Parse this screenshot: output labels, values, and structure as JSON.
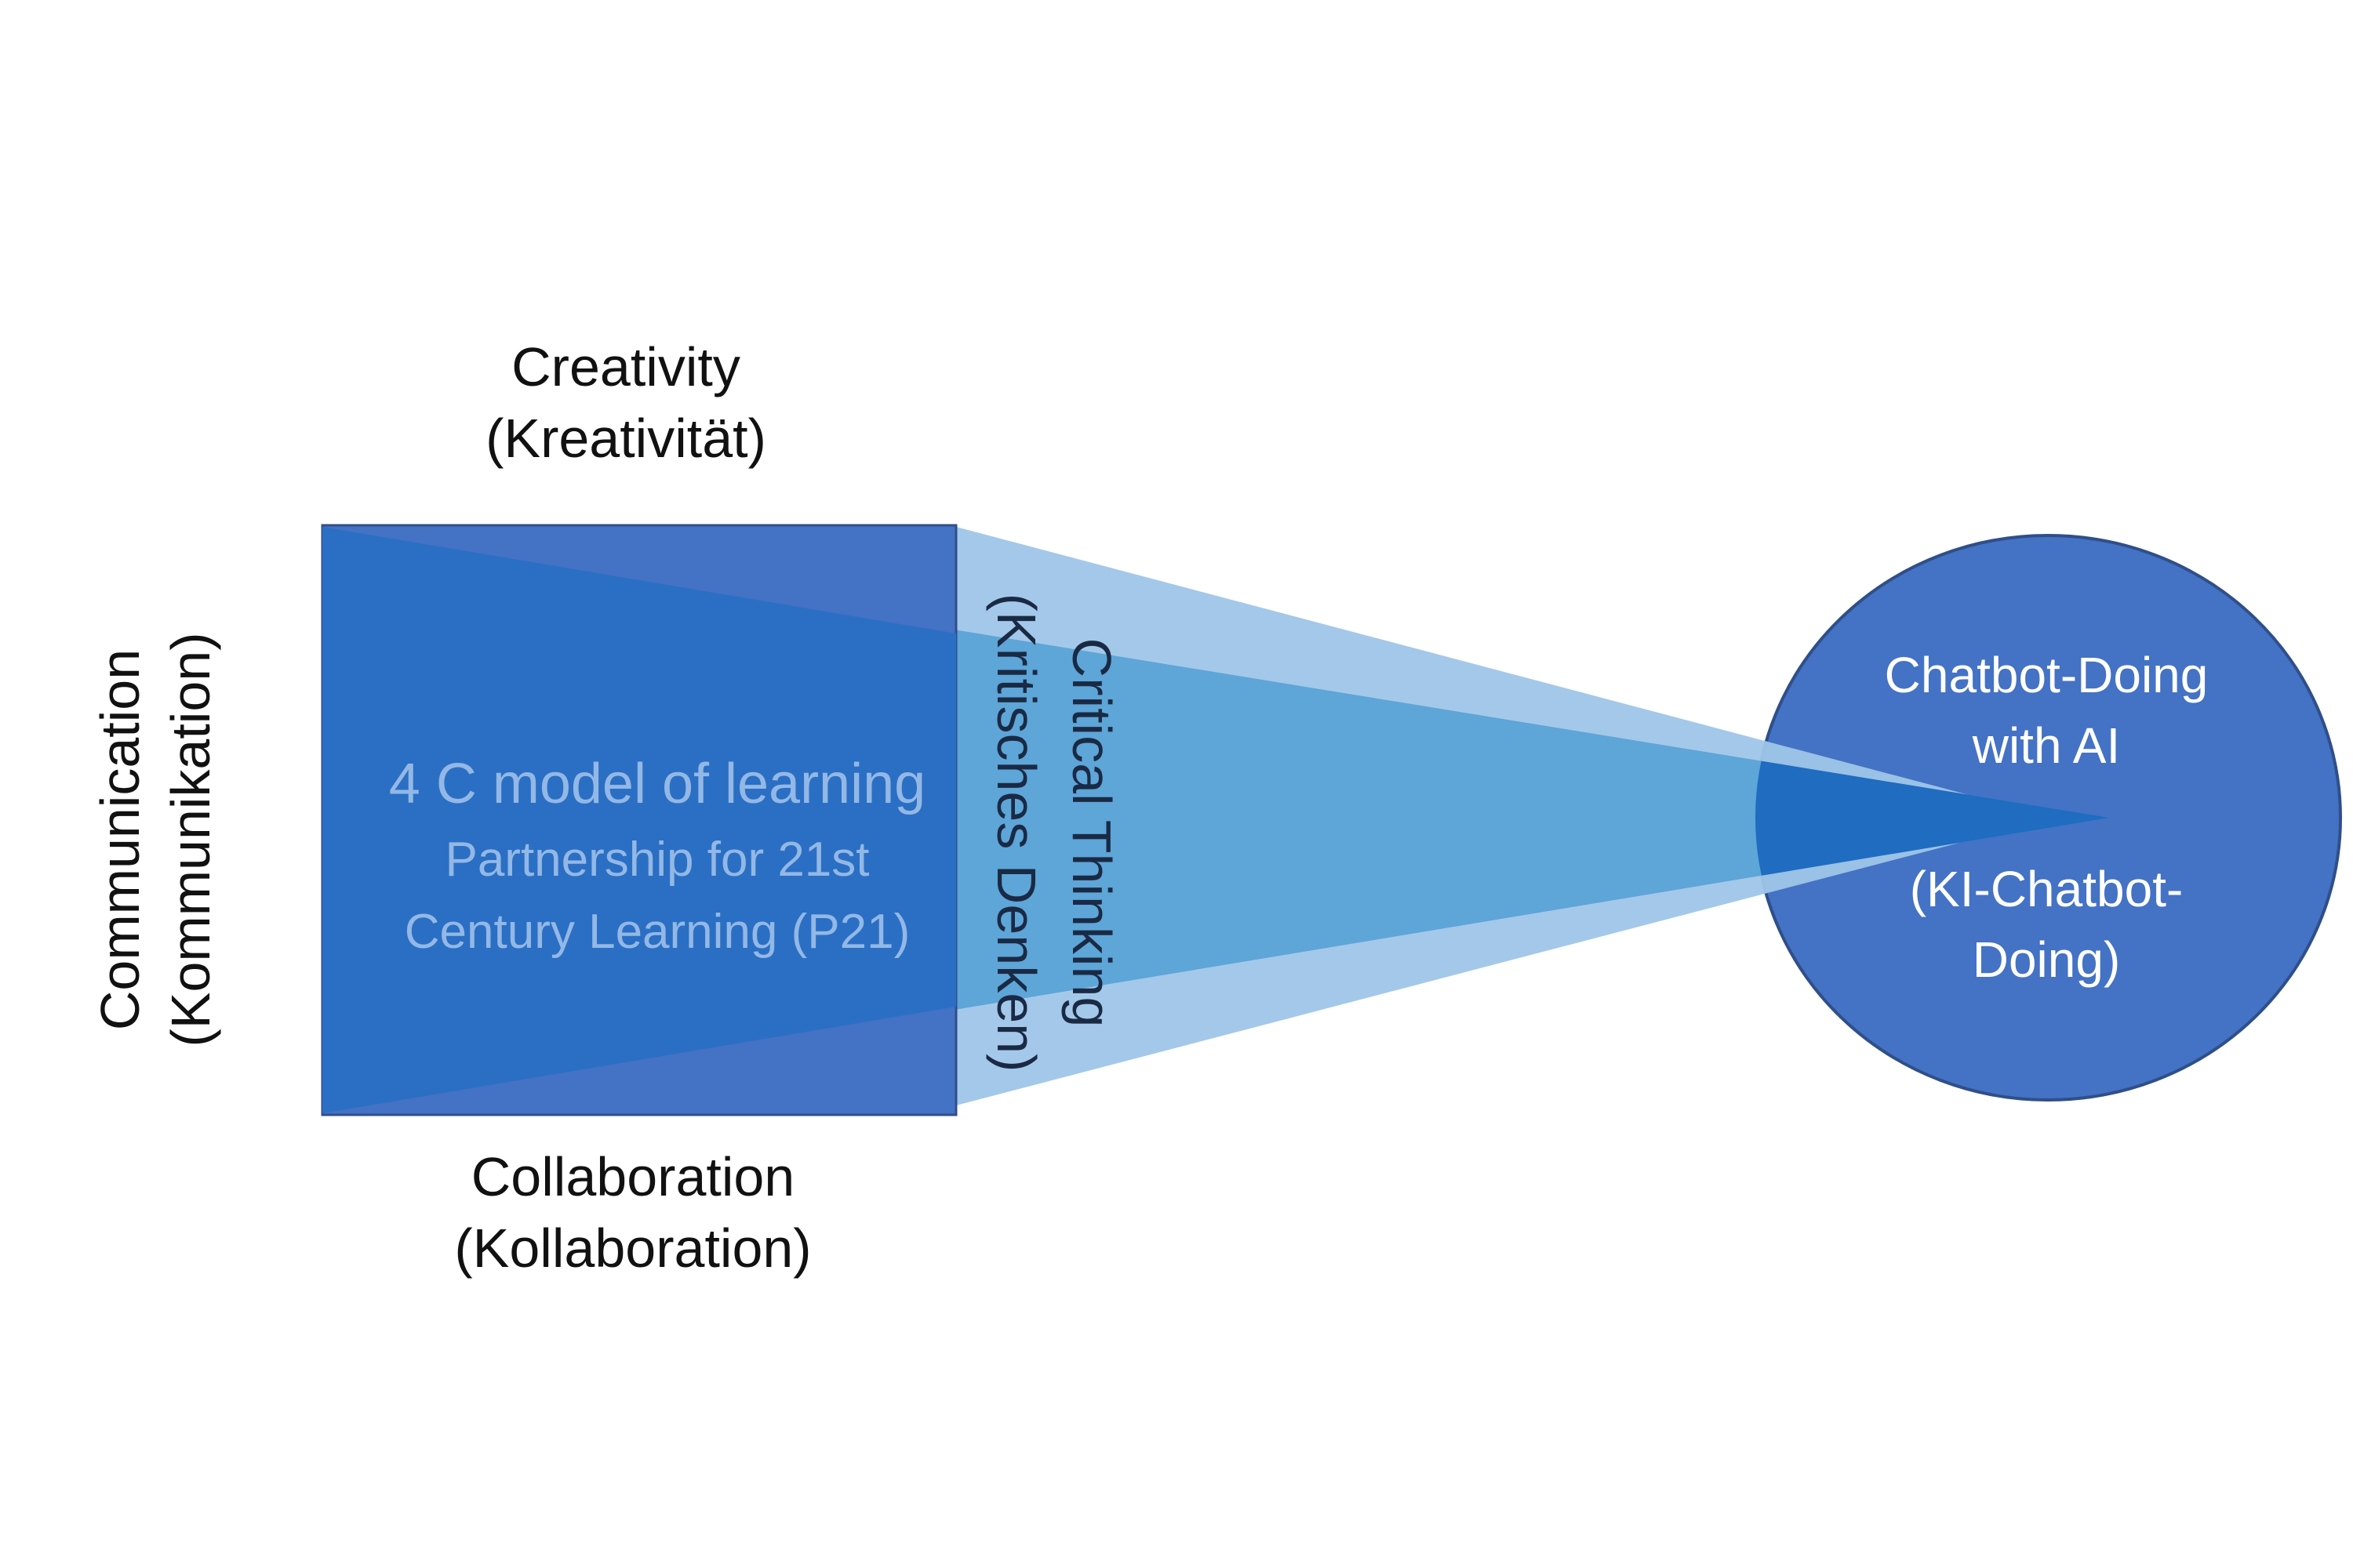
{
  "diagram": {
    "model": {
      "title": "4 C model of learning",
      "subtitle_line1": "Partnership for 21st",
      "subtitle_line2": "Century Learning (P21)"
    },
    "sides": {
      "top": {
        "label": "Creativity",
        "translation": "(Kreativität)"
      },
      "bottom": {
        "label": "Collaboration",
        "translation": "(Kollaboration)"
      },
      "left": {
        "label": "Communication",
        "translation": "(Kommunikation)"
      },
      "right": {
        "label": "Critical Thinking",
        "translation": "(Kritisches Denken)"
      }
    },
    "target": {
      "line1": "Chatbot-Doing",
      "line2": "with AI",
      "line3": "(KI-Chatbot-",
      "line4": "Doing)"
    },
    "colors": {
      "square": "#4472c4",
      "square_inner": "#2b6fc4",
      "beam_light": "#9fc5e8",
      "beam_mid": "#5ea5d8",
      "circle": "#4472c4",
      "spike": "#1f6cc0"
    }
  }
}
